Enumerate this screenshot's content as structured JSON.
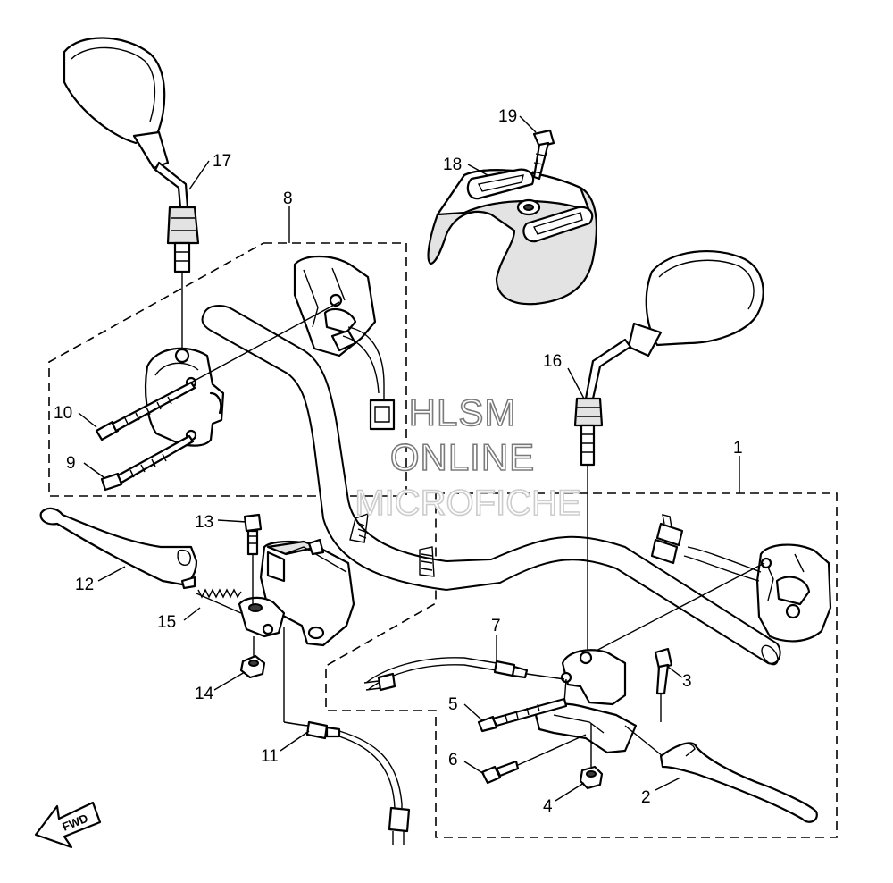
{
  "diagram": {
    "callouts": [
      {
        "id": "c1",
        "label": "1"
      },
      {
        "id": "c2",
        "label": "2"
      },
      {
        "id": "c3",
        "label": "3"
      },
      {
        "id": "c4",
        "label": "4"
      },
      {
        "id": "c5",
        "label": "5"
      },
      {
        "id": "c6",
        "label": "6"
      },
      {
        "id": "c7",
        "label": "7"
      },
      {
        "id": "c8",
        "label": "8"
      },
      {
        "id": "c9",
        "label": "9"
      },
      {
        "id": "c10",
        "label": "10"
      },
      {
        "id": "c11",
        "label": "11"
      },
      {
        "id": "c12",
        "label": "12"
      },
      {
        "id": "c13",
        "label": "13"
      },
      {
        "id": "c14",
        "label": "14"
      },
      {
        "id": "c15",
        "label": "15"
      },
      {
        "id": "c16",
        "label": "16"
      },
      {
        "id": "c17",
        "label": "17"
      },
      {
        "id": "c18",
        "label": "18"
      },
      {
        "id": "c19",
        "label": "19"
      }
    ],
    "direction_label": "FWD"
  },
  "watermark": {
    "line1": "HLSM",
    "line2": "ONLINE",
    "line3": "MICROFICHE"
  },
  "colors": {
    "line": "#000000",
    "fill": "#ffffff",
    "shade": "#e3e3e3",
    "watermark_outline": "#7a7a7a"
  }
}
